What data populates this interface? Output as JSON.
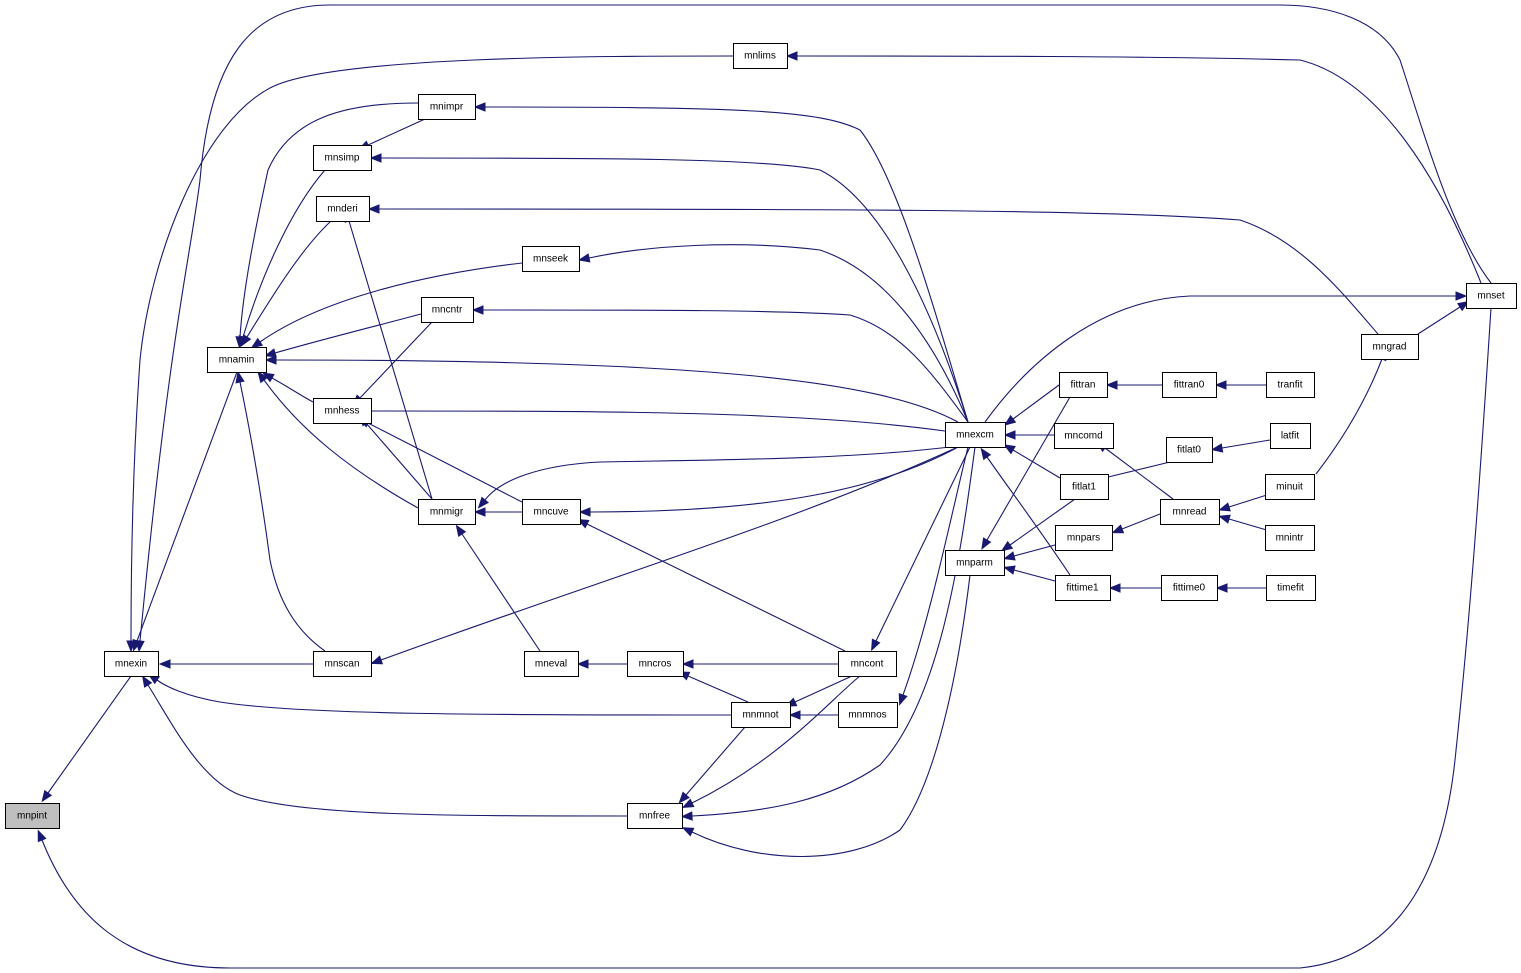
{
  "graph": {
    "nodes": [
      {
        "id": "mnpint",
        "label": "mnpint",
        "highlight": true
      },
      {
        "id": "mnexin",
        "label": "mnexin"
      },
      {
        "id": "mnamin",
        "label": "mnamin"
      },
      {
        "id": "mnscan",
        "label": "mnscan"
      },
      {
        "id": "mnsimp",
        "label": "mnsimp"
      },
      {
        "id": "mnderi",
        "label": "mnderi"
      },
      {
        "id": "mnhess",
        "label": "mnhess"
      },
      {
        "id": "mnimpr",
        "label": "mnimpr"
      },
      {
        "id": "mnseek",
        "label": "mnseek"
      },
      {
        "id": "mncntr",
        "label": "mncntr"
      },
      {
        "id": "mnmigr",
        "label": "mnmigr"
      },
      {
        "id": "mncuve",
        "label": "mncuve"
      },
      {
        "id": "mneval",
        "label": "mneval"
      },
      {
        "id": "mncros",
        "label": "mncros"
      },
      {
        "id": "mnfree",
        "label": "mnfree"
      },
      {
        "id": "mnmnot",
        "label": "mnmnot"
      },
      {
        "id": "mnlims",
        "label": "mnlims"
      },
      {
        "id": "mncont",
        "label": "mncont"
      },
      {
        "id": "mnmnos",
        "label": "mnmnos"
      },
      {
        "id": "mnexcm",
        "label": "mnexcm"
      },
      {
        "id": "mnparm",
        "label": "mnparm"
      },
      {
        "id": "fittran",
        "label": "fittran"
      },
      {
        "id": "mncomd",
        "label": "mncomd"
      },
      {
        "id": "fitlat1",
        "label": "fitlat1"
      },
      {
        "id": "mnpars",
        "label": "mnpars"
      },
      {
        "id": "fittime1",
        "label": "fittime1"
      },
      {
        "id": "fittran0",
        "label": "fittran0"
      },
      {
        "id": "fitlat0",
        "label": "fitlat0"
      },
      {
        "id": "mnread",
        "label": "mnread"
      },
      {
        "id": "fittime0",
        "label": "fittime0"
      },
      {
        "id": "tranfit",
        "label": "tranfit"
      },
      {
        "id": "latfit",
        "label": "latfit"
      },
      {
        "id": "minuit",
        "label": "minuit"
      },
      {
        "id": "mnintr",
        "label": "mnintr"
      },
      {
        "id": "timefit",
        "label": "timefit"
      },
      {
        "id": "mngrad",
        "label": "mngrad"
      },
      {
        "id": "mnset",
        "label": "mnset"
      }
    ],
    "edges": [
      [
        "mnexin",
        "mnpint"
      ],
      [
        "mnset",
        "mnpint"
      ],
      [
        "mnamin",
        "mnexin"
      ],
      [
        "mnscan",
        "mnexin"
      ],
      [
        "mnlims",
        "mnexin"
      ],
      [
        "mnmnot",
        "mnexin"
      ],
      [
        "mnfree",
        "mnexin"
      ],
      [
        "mnimpr",
        "mnamin"
      ],
      [
        "mnsimp",
        "mnamin"
      ],
      [
        "mnderi",
        "mnamin"
      ],
      [
        "mnseek",
        "mnamin"
      ],
      [
        "mncntr",
        "mnamin"
      ],
      [
        "mnexcm",
        "mnamin"
      ],
      [
        "mnhess",
        "mnamin"
      ],
      [
        "mnmigr",
        "mnamin"
      ],
      [
        "mnscan",
        "mnamin"
      ],
      [
        "mnset",
        "mnamin"
      ],
      [
        "mnimpr",
        "mnsimp"
      ],
      [
        "mnmigr",
        "mnderi"
      ],
      [
        "mncntr",
        "mnhess"
      ],
      [
        "mnexcm",
        "mnhess"
      ],
      [
        "mnmigr",
        "mnhess"
      ],
      [
        "mncuve",
        "mnhess"
      ],
      [
        "mnexcm",
        "mnimpr"
      ],
      [
        "mnexcm",
        "mnsimp"
      ],
      [
        "mngrad",
        "mnderi"
      ],
      [
        "mnexcm",
        "mnseek"
      ],
      [
        "mnexcm",
        "mncntr"
      ],
      [
        "mnexcm",
        "mnmigr"
      ],
      [
        "mncuve",
        "mnmigr"
      ],
      [
        "mneval",
        "mnmigr"
      ],
      [
        "mnexcm",
        "mncuve"
      ],
      [
        "mncont",
        "mncuve"
      ],
      [
        "mnexcm",
        "mnscan"
      ],
      [
        "mncros",
        "mneval"
      ],
      [
        "mncont",
        "mncros"
      ],
      [
        "mnmnot",
        "mncros"
      ],
      [
        "mnmnos",
        "mnmnot"
      ],
      [
        "mncont",
        "mnmnot"
      ],
      [
        "mnmnot",
        "mnfree"
      ],
      [
        "mncont",
        "mnfree"
      ],
      [
        "mnexcm",
        "mnfree"
      ],
      [
        "mnparm",
        "mnfree"
      ],
      [
        "mnset",
        "mnlims"
      ],
      [
        "mnexcm",
        "mncont"
      ],
      [
        "mnexcm",
        "mnmnos"
      ],
      [
        "fittran",
        "mnexcm"
      ],
      [
        "mncomd",
        "mnexcm"
      ],
      [
        "fitlat1",
        "mnexcm"
      ],
      [
        "fittime1",
        "mnexcm"
      ],
      [
        "mnexcm",
        "mnset"
      ],
      [
        "fittran",
        "mnparm"
      ],
      [
        "fitlat1",
        "mnparm"
      ],
      [
        "mnpars",
        "mnparm"
      ],
      [
        "fittime1",
        "mnparm"
      ],
      [
        "fittran0",
        "fittran"
      ],
      [
        "fitlat0",
        "fitlat1"
      ],
      [
        "mnread",
        "mncomd"
      ],
      [
        "mnread",
        "mnpars"
      ],
      [
        "fittime0",
        "fittime1"
      ],
      [
        "tranfit",
        "fittran0"
      ],
      [
        "latfit",
        "fitlat0"
      ],
      [
        "minuit",
        "mnread"
      ],
      [
        "mnintr",
        "mnread"
      ],
      [
        "timefit",
        "fittime0"
      ],
      [
        "minuit",
        "mngrad"
      ],
      [
        "mngrad",
        "mnset"
      ]
    ]
  }
}
